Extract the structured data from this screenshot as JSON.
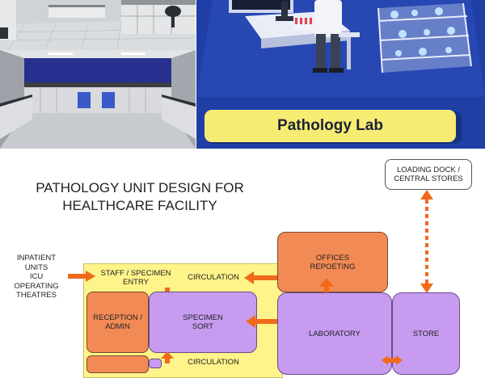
{
  "banner": {
    "label": "Pathology Lab"
  },
  "diagram": {
    "title_line1": "PATHOLOGY UNIT DESIGN FOR",
    "title_line2": "HEALTHCARE FACILITY",
    "loading_dock": "LOADING DOCK / CENTRAL STORES",
    "inpatient": [
      "INPATIENT",
      "UNITS",
      "ICU",
      "OPERATING",
      "THEATRES"
    ],
    "staff_entry": "STAFF / SPECIMEN ENTRY",
    "circulation_top": "CIRCULATION",
    "circulation_bottom": "CIRCULATION",
    "offices": "OFFICES REPOETING",
    "reception": "RECEPTION / ADMIN",
    "specimen_sort": "SPECIMEN SORT",
    "laboratory": "LABORATORY",
    "store": "STORE"
  },
  "colors": {
    "orange": "#f28a55",
    "purple": "#c79cf0",
    "yellow": "#fff48a",
    "arrow": "#f06a1a",
    "banner_bg": "#1f3fa6",
    "banner_label_bg": "#f6ec74"
  }
}
